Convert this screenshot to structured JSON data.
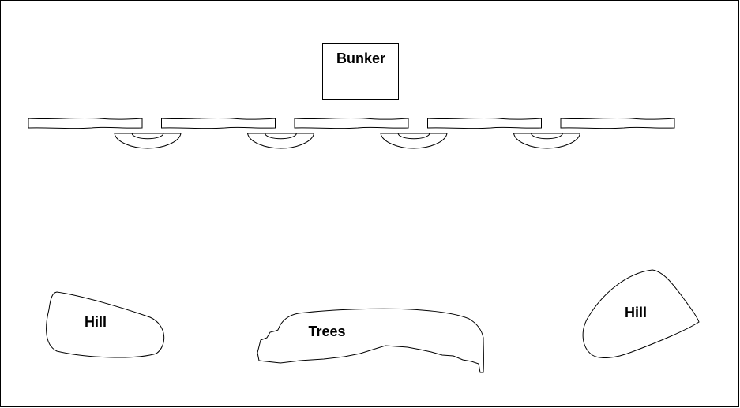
{
  "map": {
    "bunker": {
      "label": "Bunker"
    },
    "hill_left": {
      "label": "Hill"
    },
    "trees": {
      "label": "Trees"
    },
    "hill_right": {
      "label": "Hill"
    },
    "trench": {
      "sections": 5,
      "dugouts": 4
    }
  },
  "colors": {
    "background": "#ffffff",
    "stroke": "#000000"
  }
}
